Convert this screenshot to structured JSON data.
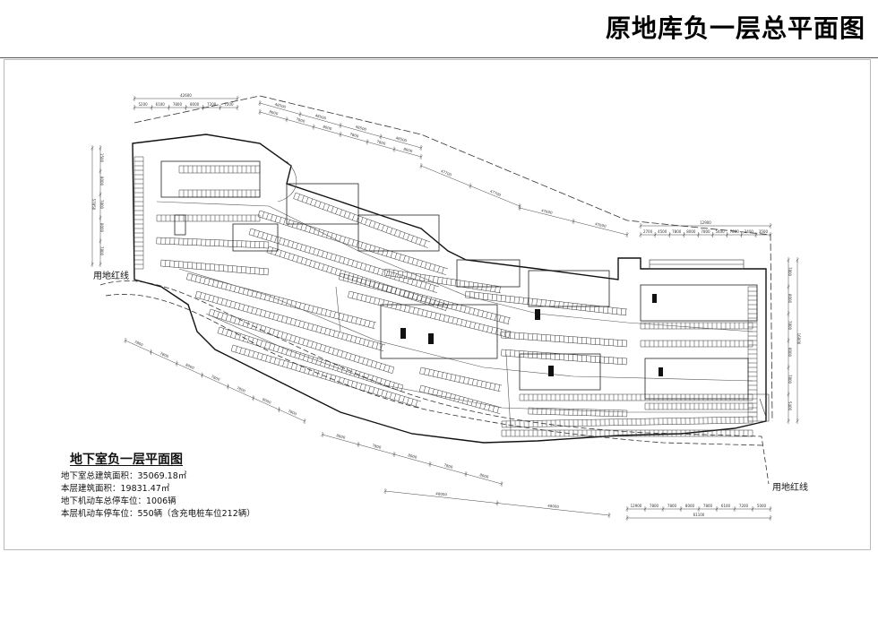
{
  "title": "原地库负一层总平面图",
  "red_line_labels": {
    "left": "用地红线",
    "right": "用地红线"
  },
  "notes": {
    "heading": "地下室负一层平面图",
    "lines": [
      "地下室总建筑面积：35069.18㎡",
      "本层建筑面积：19831.47㎡",
      "地下机动车总停车位：1006辆",
      "本层机动车停车位：550辆（含充电桩车位212辆）"
    ]
  },
  "dimensions": {
    "top_left_total": "42600",
    "top_left_segments": [
      "5200",
      "6100",
      "7800",
      "8000",
      "7200",
      "7200"
    ],
    "top_mid_total_1": "48500",
    "top_mid_total_2": "47700",
    "top_mid_total_3": "47600",
    "top_right_total": "12900",
    "top_right_segments": [
      "2700",
      "4500",
      "7800",
      "8000",
      "7800",
      "5400",
      "7800",
      "3400",
      "3500"
    ],
    "left_vertical_total": "57850",
    "bottom_mid_total": "48000",
    "bottom_right_total": "61100",
    "bottom_right_segments": [
      "12900",
      "7800",
      "7800",
      "8000",
      "7800",
      "6100",
      "7200",
      "5000"
    ],
    "right_vertical_total": "16000"
  },
  "colors": {
    "line": "#222222",
    "light_line": "#777777",
    "dash": "#444444"
  }
}
